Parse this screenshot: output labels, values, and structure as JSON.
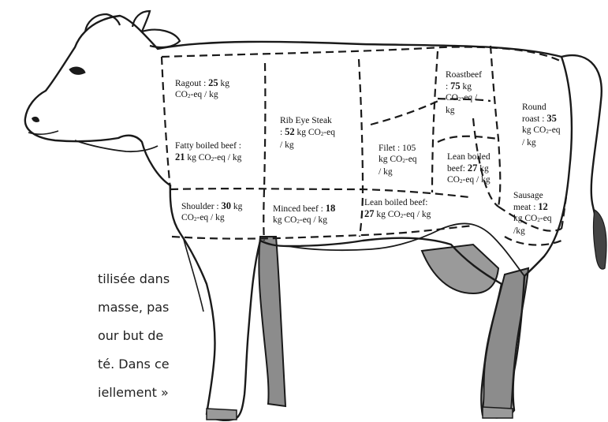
{
  "background_text": [
    {
      "id": "frag-1",
      "text": "tilisée dans"
    },
    {
      "id": "frag-2",
      "text": "masse,   pas"
    },
    {
      "id": "frag-3",
      "text": "our but de"
    },
    {
      "id": "frag-4",
      "text": "té. Dans ce"
    },
    {
      "id": "frag-5",
      "text": "iellement »"
    }
  ],
  "cuts": [
    {
      "id": "ragout",
      "pre": "Ragout : ",
      "value": "25",
      "post": " kg",
      "co2": "CO",
      "sub": "2",
      "tail": "-eq / kg"
    },
    {
      "id": "fatty-boiled-beef",
      "pre": "Fatty boiled beef :",
      "value": "21",
      "post": " kg CO",
      "sub": "2",
      "tail": "-eq / kg"
    },
    {
      "id": "shoulder",
      "pre": "Shoulder : ",
      "value": "30",
      "post": " kg",
      "co2": "CO",
      "sub": "2",
      "tail": "-eq / kg"
    },
    {
      "id": "rib-eye-steak",
      "pre": "Rib Eye Steak",
      "mid": ": ",
      "value": "52",
      "post": " kg CO",
      "sub": "2",
      "tail": "-eq",
      "tail2": "/ kg"
    },
    {
      "id": "minced-beef",
      "pre": "Minced beef : ",
      "value": "18",
      "post": "kg CO",
      "sub": "2",
      "tail": "-eq / kg"
    },
    {
      "id": "filet",
      "pre": "Filet : 105",
      "post": "kg CO",
      "sub": "2",
      "tail": "-eq",
      "tail2": "/ kg"
    },
    {
      "id": "lean-boiled-beef-lower",
      "pre": "Lean boiled beef:",
      "value": "27",
      "post": " kg CO",
      "sub": "2",
      "tail": "-eq / kg"
    },
    {
      "id": "roastbeef",
      "pre": "Roastbeef",
      "mid": ": ",
      "value": "75",
      "post": " kg",
      "co2": "CO",
      "sub": "2",
      "tail": "-eq /",
      "tail2": "kg"
    },
    {
      "id": "lean-boiled-beef-upper",
      "pre": "Lean boiled",
      "mid": "beef: ",
      "value": "27",
      "post": " kg",
      "co2": "CO",
      "sub": "2",
      "tail": "-eq / kg"
    },
    {
      "id": "round-roast",
      "pre": "Round",
      "mid": "roast : ",
      "value": "35",
      "post": "kg CO",
      "sub": "2",
      "tail": "-eq",
      "tail2": "/ kg"
    },
    {
      "id": "sausage-meat",
      "pre": "Sausage",
      "mid": "meat : ",
      "value": "12",
      "post": "kg CO",
      "sub": "2",
      "tail": "-eq",
      "tail2": "/kg"
    }
  ],
  "colors": {
    "outline": "#1a1a1a",
    "leg_fill": "#8c8c8c",
    "udder_fill": "#9a9a9a",
    "hoof_fill": "#9a9a9a"
  }
}
